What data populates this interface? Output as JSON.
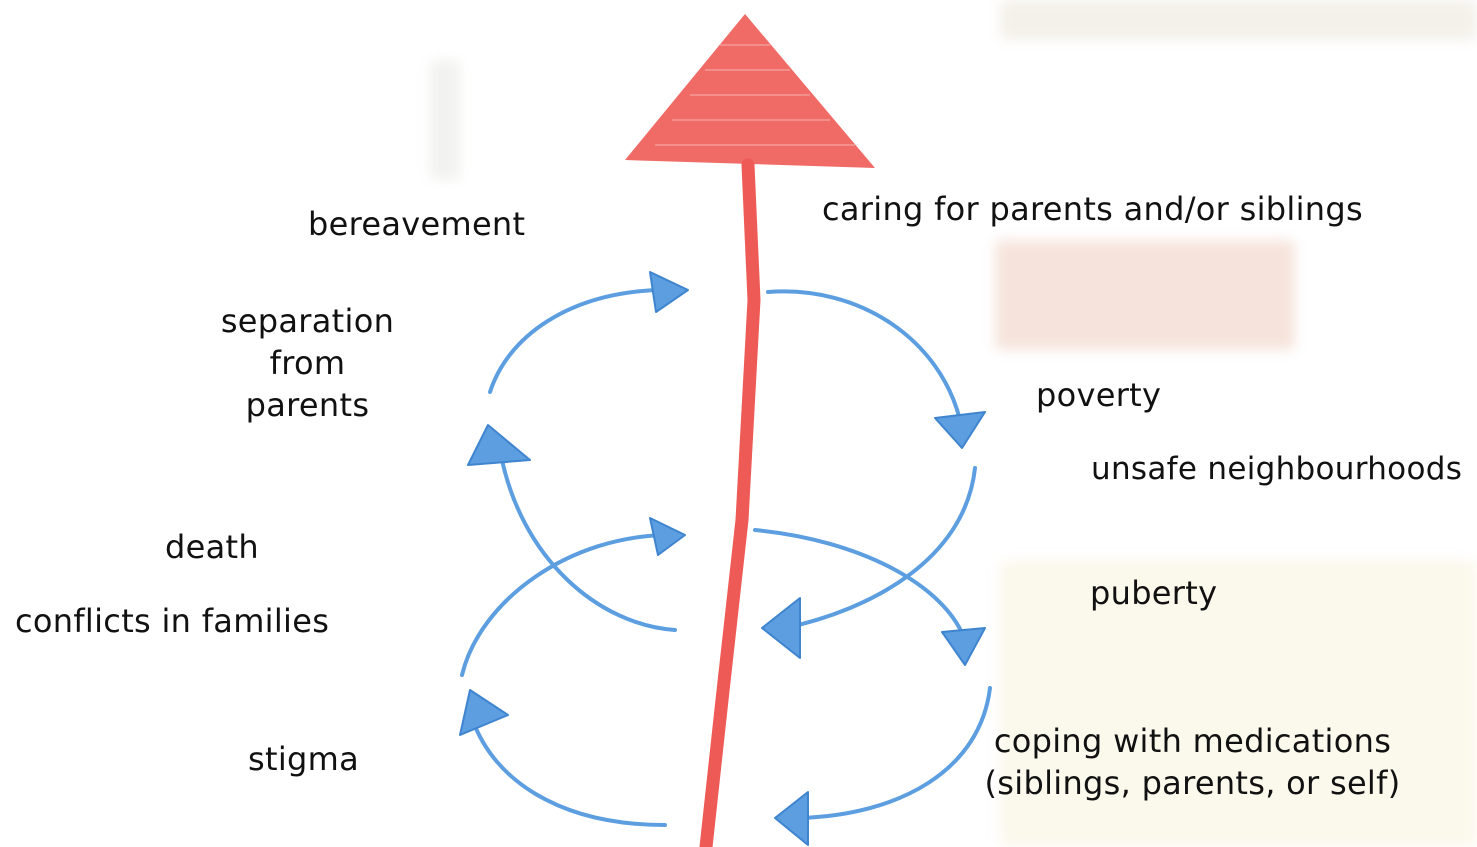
{
  "diagram": {
    "colors": {
      "spine": "#ee5a55",
      "loops": "#5c9ee0",
      "text": "#111111",
      "background": "#ffffff"
    },
    "labels": {
      "bereavement": "bereavement",
      "separation": [
        "separation",
        "from",
        "parents"
      ],
      "death": "death",
      "conflicts": "conflicts in families",
      "stigma": "stigma",
      "caring": "caring for parents and/or siblings",
      "poverty": "poverty",
      "unsafe": "unsafe neighbourhoods",
      "puberty": "puberty",
      "coping": [
        "coping with medications",
        "(siblings, parents, or self)"
      ]
    }
  }
}
